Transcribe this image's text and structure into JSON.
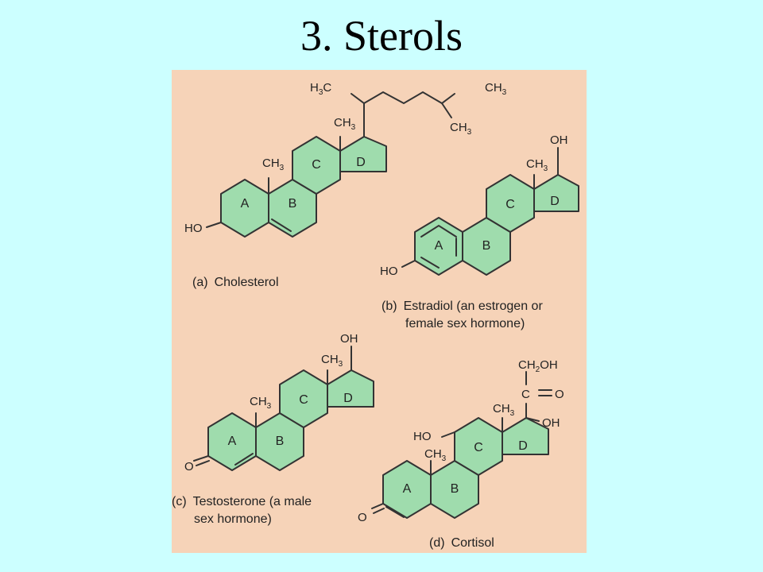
{
  "slide": {
    "title": "3. Sterols"
  },
  "colors": {
    "background": "#ccffff",
    "panel": "#f6d3b8",
    "ring_fill": "#9fdcad",
    "bond": "#333333"
  },
  "cholesterol": {
    "caption_letter": "(a)",
    "caption": "Cholesterol",
    "rings": [
      "A",
      "B",
      "C",
      "D"
    ],
    "groups": {
      "ho": "HO",
      "methyl_1": "CH",
      "methyl_1_sub": "3",
      "methyl_2": "CH",
      "methyl_2_sub": "3",
      "h3c": "H",
      "h3c_sub": "3",
      "h3c_end": "C",
      "chain_ch3": "CH",
      "chain_ch3_sub": "3",
      "branch_ch3": "CH",
      "branch_ch3_sub": "3"
    }
  },
  "estradiol": {
    "caption_letter": "(b)",
    "caption_line1": "Estradiol (an estrogen or",
    "caption_line2": "female sex hormone)",
    "rings": [
      "A",
      "B",
      "C",
      "D"
    ],
    "groups": {
      "ho": "HO",
      "oh": "OH",
      "methyl": "CH",
      "methyl_sub": "3"
    }
  },
  "testosterone": {
    "caption_letter": "(c)",
    "caption_line1": "Testosterone (a male",
    "caption_line2": "sex hormone)",
    "rings": [
      "A",
      "B",
      "C",
      "D"
    ],
    "groups": {
      "o": "O",
      "oh": "OH",
      "methyl_1": "CH",
      "methyl_1_sub": "3",
      "methyl_2": "CH",
      "methyl_2_sub": "3"
    }
  },
  "cortisol": {
    "caption_letter": "(d)",
    "caption": "Cortisol",
    "rings": [
      "A",
      "B",
      "C",
      "D"
    ],
    "groups": {
      "o": "O",
      "ho": "HO",
      "oh": "OH",
      "carbonyl_c": "C",
      "carbonyl_o": "O",
      "ch2oh_a": "CH",
      "ch2oh_sub": "2",
      "ch2oh_b": "OH",
      "methyl_1": "CH",
      "methyl_1_sub": "3",
      "methyl_2": "CH",
      "methyl_2_sub": "3"
    }
  }
}
